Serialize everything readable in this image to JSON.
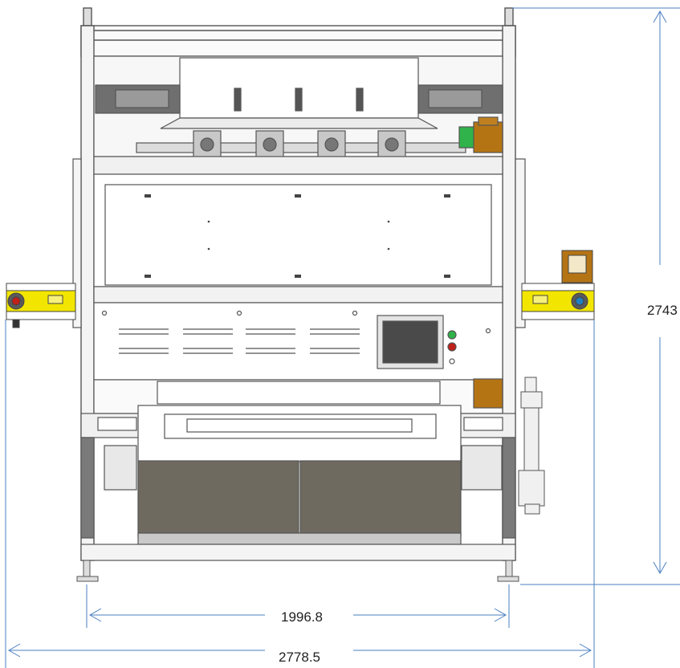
{
  "dimensions": {
    "height_label": "2743",
    "inner_width_label": "1996.8",
    "outer_width_label": "2778.5"
  },
  "colors": {
    "frame": "#555555",
    "dim_line": "#4a7fc0",
    "yellow_module": "#f2e600",
    "hopper_dark": "#6e6a60",
    "motor_orange": "#c07a10",
    "screen_dark": "#4a4a4a",
    "indicator_green": "#2fb34a",
    "indicator_red": "#c0201a"
  },
  "icons": {
    "screen": "touch-screen-icon",
    "motor": "motor-icon",
    "feeder": "vibration-feeder-icon"
  }
}
